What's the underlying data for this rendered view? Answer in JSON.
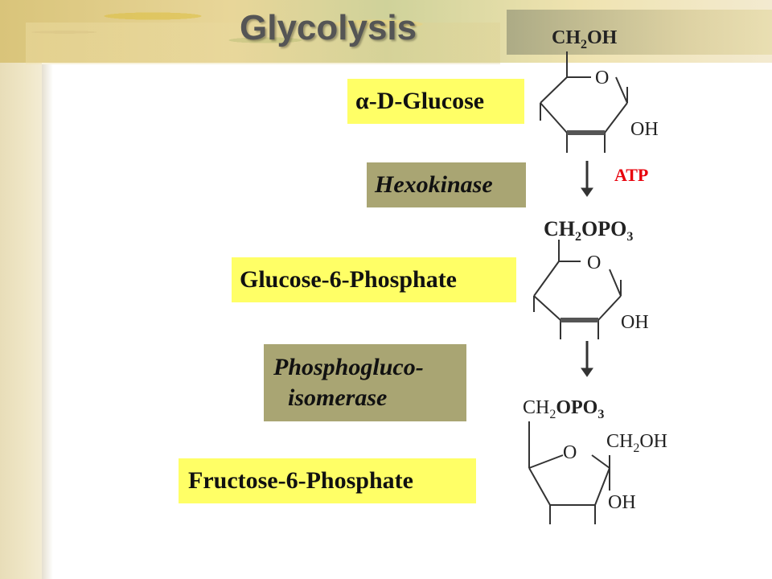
{
  "title": "Glycolysis",
  "steps": {
    "glucose": "-D-Glucose",
    "glucose_prefix": "α",
    "enzyme1": "Hexokinase",
    "g6p": "Glucose-6-Phosphate",
    "enzyme2_line1": "Phosphogluco-",
    "enzyme2_line2": "isomerase",
    "f6p": "Fructose-6-Phosphate"
  },
  "molecule1": {
    "group_top_a": "CH",
    "group_top_sub": "2",
    "group_top_b": "OH",
    "ring_o": "O",
    "oh": "OH"
  },
  "reaction1": {
    "cofactor": "ATP"
  },
  "molecule2": {
    "group_top_a": "CH",
    "group_top_sub1": "2",
    "group_top_b": "OPO",
    "group_top_sub2": "3",
    "ring_o": "O",
    "oh": "OH"
  },
  "molecule3": {
    "group_left_a": "CH",
    "group_left_sub1": "2",
    "group_left_b": "OPO",
    "group_left_sub2": "3",
    "ring_o": "O",
    "group_right_a": "CH",
    "group_right_sub": "2",
    "group_right_b": "OH",
    "oh": "OH"
  },
  "colors": {
    "label_yellow": "#ffff66",
    "enzyme_olive": "#a9a573",
    "atp_red": "#e8000b",
    "title_gray": "#555555"
  }
}
